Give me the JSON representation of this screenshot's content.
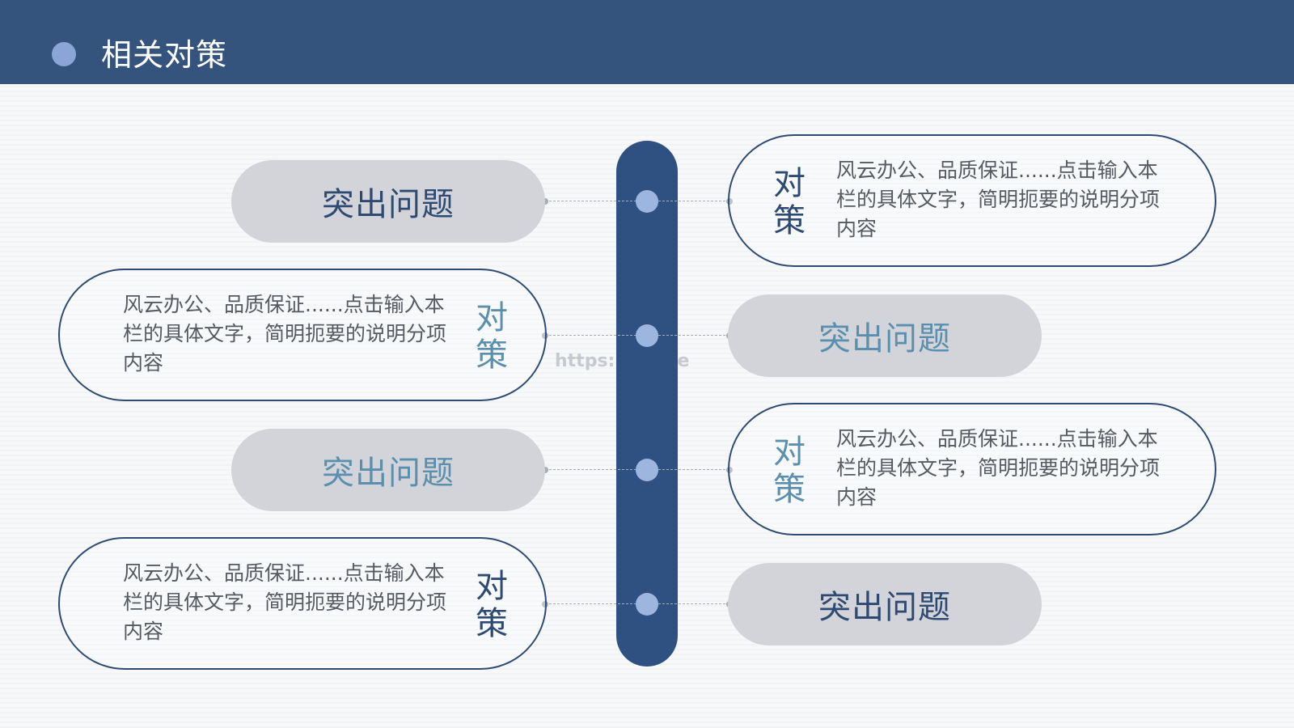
{
  "header": {
    "title": "相关对策"
  },
  "watermark": "https:        pkll.de",
  "rows": [
    {
      "problem_label": "突出问题",
      "counter_label_1": "对",
      "counter_label_2": "策",
      "counter_text": "风云办公、品质保证......点击输入本栏的具体文字，简明扼要的说明分项内容"
    },
    {
      "problem_label": "突出问题",
      "counter_label_1": "对",
      "counter_label_2": "策",
      "counter_text": "风云办公、品质保证......点击输入本栏的具体文字，简明扼要的说明分项内容"
    },
    {
      "problem_label": "突出问题",
      "counter_label_1": "对",
      "counter_label_2": "策",
      "counter_text": "风云办公、品质保证......点击输入本栏的具体文字，简明扼要的说明分项内容"
    },
    {
      "problem_label": "突出问题",
      "counter_label_1": "对",
      "counter_label_2": "策",
      "counter_text": "风云办公、品质保证......点击输入本栏的具体文字，简明扼要的说明分项内容"
    }
  ],
  "colors": {
    "header_bg": "#34547e",
    "spine": "#2e5181",
    "accent_dark": "#2e4a72",
    "accent_teal": "#5b8fae",
    "pill_bg": "#d3d4d9"
  }
}
